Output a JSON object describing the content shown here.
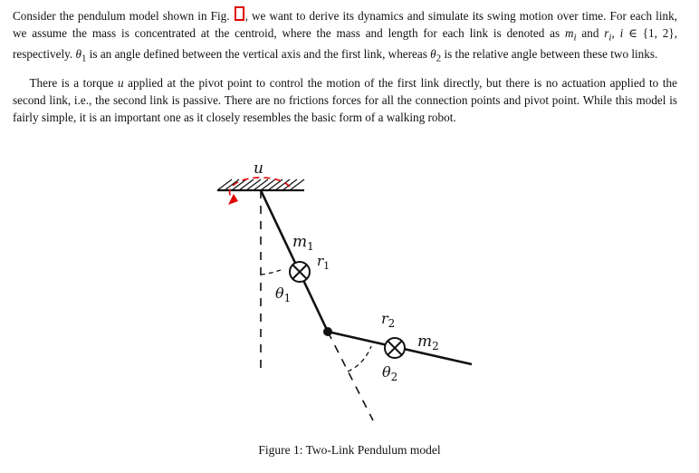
{
  "paragraph1": {
    "s1": "Consider the pendulum model shown in Fig. ",
    "s2": ", we want to derive its dynamics and simulate its swing motion over time. For each link, we assume the mass is concentrated at the centroid, where the mass and length for each link is denoted as ",
    "m_i": "m",
    "i_sub": "i",
    "s3": " and ",
    "r_i": "r",
    "i_sub2": "i",
    "s4": ", ",
    "i_var": "i",
    "s5": " ∈ {1, 2}, respectively. ",
    "theta1_sym": "θ",
    "theta1_sub": "1",
    "s6": " is an angle defined between the vertical axis and the first link, whereas ",
    "theta2_sym": "θ",
    "theta2_sub": "2",
    "s7": " is the relative angle between these two links."
  },
  "paragraph2": {
    "s1": "There is a torque ",
    "u": "u",
    "s2": " applied at the pivot point to control the motion of the first link directly, but there is no actuation applied to the second link, i.e., the second link is passive. There are no frictions forces for all the connection points and pivot point. While this model is fairly simple, it is an important one as it closely resembles the basic form of a walking robot."
  },
  "figure": {
    "labels": {
      "u": "u",
      "m1": "m",
      "m1_sub": "1",
      "r1": "r",
      "r1_sub": "1",
      "theta1": "θ",
      "theta1_sub": "1",
      "r2": "r",
      "r2_sub": "2",
      "m2": "m",
      "m2_sub": "2",
      "theta2": "θ",
      "theta2_sub": "2"
    },
    "caption": "Figure 1: Two-Link Pendulum model",
    "colors": {
      "torque_arrow": "#e00000",
      "ref_box": "#e00000",
      "ink": "#111111"
    }
  }
}
